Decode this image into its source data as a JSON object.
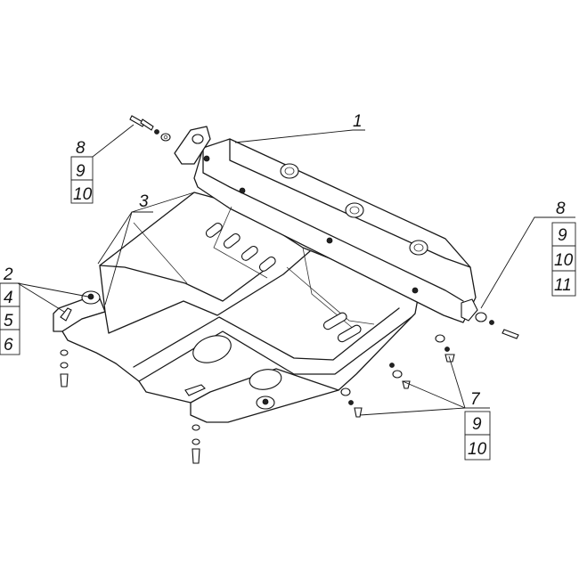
{
  "callouts": {
    "c1": {
      "lines": [
        "1"
      ]
    },
    "c2": {
      "lines": [
        "2",
        "4",
        "5",
        "6"
      ]
    },
    "c3": {
      "lines": [
        "3"
      ]
    },
    "c7": {
      "lines": [
        "7",
        "9",
        "10"
      ]
    },
    "c8_left": {
      "lines": [
        "8",
        "9",
        "10"
      ]
    },
    "c8_right": {
      "lines": [
        "8",
        "9",
        "10",
        "11"
      ]
    }
  }
}
